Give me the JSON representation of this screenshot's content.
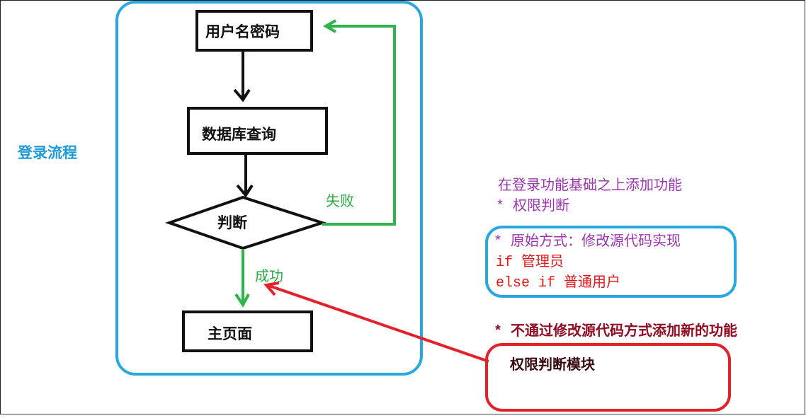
{
  "title": "登录流程",
  "flow": {
    "step1": "用户名密码",
    "step2": "数据库查询",
    "decision": "判断",
    "fail_label": "失败",
    "success_label": "成功",
    "step3": "主页面"
  },
  "notes": {
    "heading": "在登录功能基础之上添加功能",
    "item": "* 权限判断",
    "original": {
      "line1": "* 原始方式：修改源代码实现",
      "line2": "if 管理员",
      "line3": "else if 普通用户"
    },
    "alternative": "* 不通过修改源代码方式添加新的功能",
    "module": "权限判断模块"
  },
  "colors": {
    "frame_blue": "#29a8e0",
    "flow_green": "#2fb34b",
    "arrow_red": "#e2212b",
    "note_purple": "#9a35ad",
    "code_red": "#e01818",
    "box_black": "#111111"
  }
}
